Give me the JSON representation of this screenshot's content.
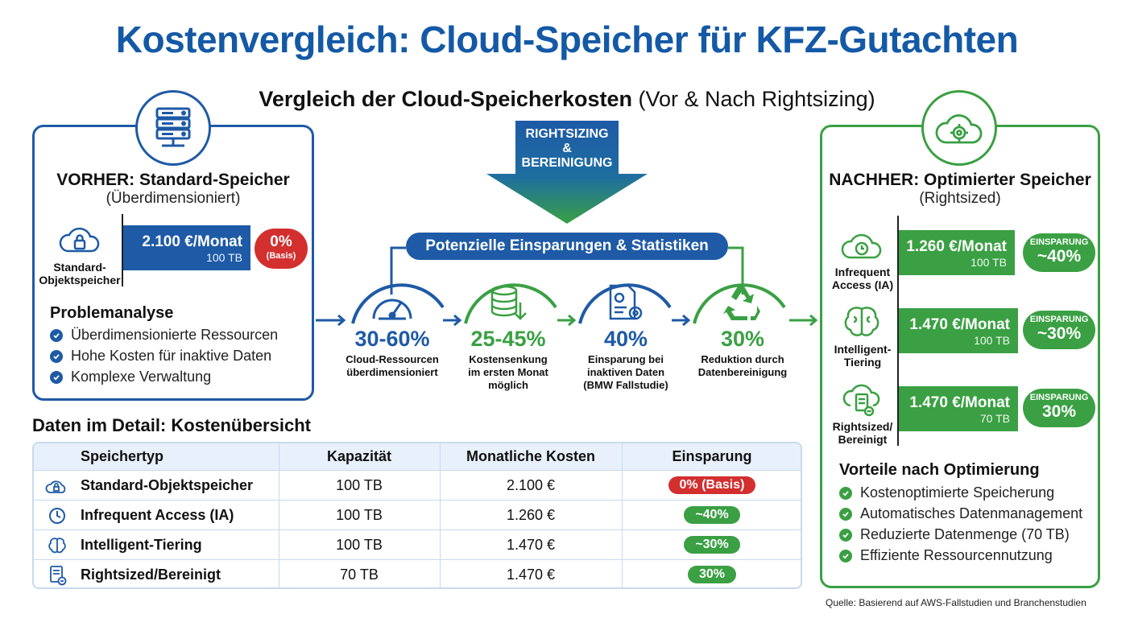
{
  "title": "Kostenvergleich: Cloud-Speicher für KFZ-Gutachten",
  "subtitle": {
    "bold": "Vergleich der Cloud-Speicherkosten",
    "normal": "(Vor & Nach Rightsizing)"
  },
  "before": {
    "heading": "VORHER: Standard-Speicher",
    "subheading": "(Überdimensioniert)",
    "icon": "server-icon",
    "storage_label": "Standard-Objektspeicher",
    "cost": "2.100 €/Monat",
    "capacity": "100 TB",
    "badge_value": "0%",
    "badge_note": "(Basis)",
    "analysis_title": "Problemanalyse",
    "analysis_items": [
      "Überdimensionierte Ressourcen",
      "Hohe Kosten für inaktive Daten",
      "Komplexe Verwaltung"
    ]
  },
  "arrow": {
    "line1": "RIGHTSIZING",
    "line2": "&",
    "line3": "BEREINIGUNG"
  },
  "stats": {
    "banner": "Potenzielle Einsparungen & Statistiken",
    "items": [
      {
        "value": "30-60%",
        "desc1": "Cloud-Ressourcen",
        "desc2": "überdimensioniert",
        "desc3": "",
        "color": "#1e5aa6"
      },
      {
        "value": "25-45%",
        "desc1": "Kostensenkung",
        "desc2": "im ersten Monat",
        "desc3": "möglich",
        "color": "#3aa043"
      },
      {
        "value": "40%",
        "desc1": "Einsparung bei",
        "desc2": "inaktiven Daten",
        "desc3": "(BMW Fallstudie)",
        "color": "#1e5aa6"
      },
      {
        "value": "30%",
        "desc1": "Reduktion durch",
        "desc2": "Datenbereinigung",
        "desc3": "",
        "color": "#3aa043"
      }
    ]
  },
  "after": {
    "heading": "NACHHER: Optimierter Speicher",
    "subheading": "(Rightsized)",
    "icon": "cloud-gear-icon",
    "rows": [
      {
        "label1": "Infrequent",
        "label2": "Access (IA)",
        "cost": "1.260 €/Monat",
        "capacity": "100 TB",
        "saving_label": "EINSPARUNG",
        "saving": "~40%"
      },
      {
        "label1": "Intelligent-",
        "label2": "Tiering",
        "cost": "1.470 €/Monat",
        "capacity": "100 TB",
        "saving_label": "EINSPARUNG",
        "saving": "~30%"
      },
      {
        "label1": "Rightsized/",
        "label2": "Bereinigt",
        "cost": "1.470 €/Monat",
        "capacity": "70 TB",
        "saving_label": "EINSPARUNG",
        "saving": "30%"
      }
    ],
    "benefits_title": "Vorteile nach Optimierung",
    "benefits": [
      "Kostenoptimierte Speicherung",
      "Automatisches Datenmanagement",
      "Reduzierte Datenmenge (70 TB)",
      "Effiziente Ressourcennutzung"
    ]
  },
  "table": {
    "title": "Daten im Detail: Kostenübersicht",
    "headers": [
      "Speichertyp",
      "Kapazität",
      "Monatliche Kosten",
      "Einsparung"
    ],
    "rows": [
      {
        "type": "Standard-Objektspeicher",
        "capacity": "100 TB",
        "cost": "2.100 €",
        "saving": "0% (Basis)",
        "saving_color": "#d32f2f",
        "icon": "cloud-lock-icon"
      },
      {
        "type": "Infrequent Access (IA)",
        "capacity": "100 TB",
        "cost": "1.260 €",
        "saving": "~40%",
        "saving_color": "#3aa043",
        "icon": "clock-icon"
      },
      {
        "type": "Intelligent-Tiering",
        "capacity": "100 TB",
        "cost": "1.470 €",
        "saving": "~30%",
        "saving_color": "#3aa043",
        "icon": "brain-icon"
      },
      {
        "type": "Rightsized/Bereinigt",
        "capacity": "70 TB",
        "cost": "1.470 €",
        "saving": "30%",
        "saving_color": "#3aa043",
        "icon": "document-icon"
      }
    ]
  },
  "source": "Quelle: Basierend auf AWS-Fallstudien und Branchenstudien",
  "colors": {
    "blue": "#1e5aa6",
    "green": "#3aa043",
    "red": "#d32f2f"
  }
}
